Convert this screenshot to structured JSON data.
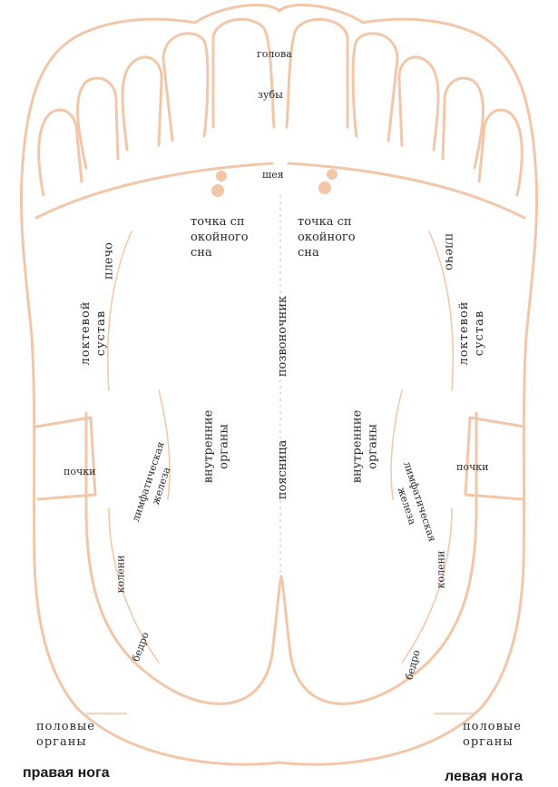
{
  "colors": {
    "outline": "#f2c6a8",
    "text": "#2a2a2a",
    "background": "#ffffff"
  },
  "center": {
    "head": "голова",
    "teeth": "зубы",
    "neck": "шея",
    "spine": "позвоночник",
    "lower_back": "поясница"
  },
  "sleep_point": {
    "line1": "точка сп",
    "line2": "окойного",
    "line3": "сна"
  },
  "right_foot": {
    "caption": "правая нога",
    "shoulder": "плечо",
    "elbow_l1": "локтевой",
    "elbow_l2": "сустав",
    "internal_l1": "внутренние",
    "internal_l2": "органы",
    "kidneys": "почки",
    "lymph_l1": "лимфатическая",
    "lymph_l2": "железа",
    "knees": "колени",
    "hip": "бедро",
    "genitals_l1": "половые",
    "genitals_l2": "органы"
  },
  "left_foot": {
    "caption": "левая нога",
    "shoulder": "плечо",
    "elbow_l1": "локтевой",
    "elbow_l2": "сустав",
    "internal_l1": "внутренние",
    "internal_l2": "органы",
    "kidneys": "почки",
    "lymph_l1": "лимфатическая",
    "lymph_l2": "железа",
    "knees": "колени",
    "hip": "бедро",
    "genitals_l1": "половые",
    "genitals_l2": "органы"
  }
}
